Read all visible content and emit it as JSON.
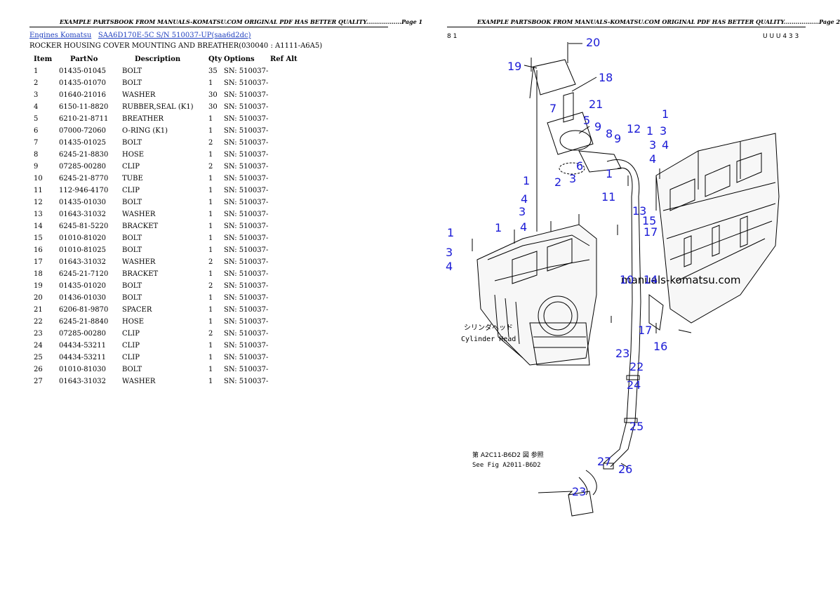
{
  "page1": {
    "header": "EXAMPLE PARTSBOOK FROM MANUALS-KOMATSU.COM ORIGINAL PDF HAS BETTER QUALITY..................Page 1",
    "breadcrumb": {
      "root": "Engines Komatsu",
      "model": "SAA6D170E-5C S/N 510037-UP(saa6d2dc)"
    },
    "subtitle": "ROCKER HOUSING COVER MOUNTING AND BREATHER(030040 : A1111-A6A5)",
    "columns": [
      "Item",
      "PartNo",
      "Description",
      "Qty",
      "Options",
      "Ref Alt"
    ],
    "rows": [
      [
        "1",
        "01435-01045",
        "BOLT",
        "35",
        "SN: 510037-",
        ""
      ],
      [
        "2",
        "01435-01070",
        "BOLT",
        "1",
        "SN: 510037-",
        ""
      ],
      [
        "3",
        "01640-21016",
        "WASHER",
        "30",
        "SN: 510037-",
        ""
      ],
      [
        "4",
        "6150-11-8820",
        "RUBBER,SEAL (K1)",
        "30",
        "SN: 510037-",
        ""
      ],
      [
        "5",
        "6210-21-8711",
        "BREATHER",
        "1",
        "SN: 510037-",
        ""
      ],
      [
        "6",
        "07000-72060",
        "O-RING (K1)",
        "1",
        "SN: 510037-",
        ""
      ],
      [
        "7",
        "01435-01025",
        "BOLT",
        "2",
        "SN: 510037-",
        ""
      ],
      [
        "8",
        "6245-21-8830",
        "HOSE",
        "1",
        "SN: 510037-",
        ""
      ],
      [
        "9",
        "07285-00280",
        "CLIP",
        "2",
        "SN: 510037-",
        ""
      ],
      [
        "10",
        "6245-21-8770",
        "TUBE",
        "1",
        "SN: 510037-",
        ""
      ],
      [
        "11",
        "112-946-4170",
        "CLIP",
        "1",
        "SN: 510037-",
        ""
      ],
      [
        "12",
        "01435-01030",
        "BOLT",
        "1",
        "SN: 510037-",
        ""
      ],
      [
        "13",
        "01643-31032",
        "WASHER",
        "1",
        "SN: 510037-",
        ""
      ],
      [
        "14",
        "6245-81-5220",
        "BRACKET",
        "1",
        "SN: 510037-",
        ""
      ],
      [
        "15",
        "01010-81020",
        "BOLT",
        "1",
        "SN: 510037-",
        ""
      ],
      [
        "16",
        "01010-81025",
        "BOLT",
        "1",
        "SN: 510037-",
        ""
      ],
      [
        "17",
        "01643-31032",
        "WASHER",
        "2",
        "SN: 510037-",
        ""
      ],
      [
        "18",
        "6245-21-7120",
        "BRACKET",
        "1",
        "SN: 510037-",
        ""
      ],
      [
        "19",
        "01435-01020",
        "BOLT",
        "2",
        "SN: 510037-",
        ""
      ],
      [
        "20",
        "01436-01030",
        "BOLT",
        "1",
        "SN: 510037-",
        ""
      ],
      [
        "21",
        "6206-81-9870",
        "SPACER",
        "1",
        "SN: 510037-",
        ""
      ],
      [
        "22",
        "6245-21-8840",
        "HOSE",
        "1",
        "SN: 510037-",
        ""
      ],
      [
        "23",
        "07285-00280",
        "CLIP",
        "2",
        "SN: 510037-",
        ""
      ],
      [
        "24",
        "04434-53211",
        "CLIP",
        "1",
        "SN: 510037-",
        ""
      ],
      [
        "25",
        "04434-53211",
        "CLIP",
        "1",
        "SN: 510037-",
        ""
      ],
      [
        "26",
        "01010-81030",
        "BOLT",
        "1",
        "SN: 510037-",
        ""
      ],
      [
        "27",
        "01643-31032",
        "WASHER",
        "1",
        "SN: 510037-",
        ""
      ]
    ]
  },
  "page2": {
    "header": "EXAMPLE PARTSBOOK FROM MANUALS-KOMATSU.COM ORIGINAL PDF HAS BETTER QUALITY..................Page 2",
    "corner_left": "8 1",
    "corner_right": "U U U 4 3 3",
    "watermark": "manuals-komatsu.com",
    "cylinder_head_jp": "シリンダヘッド",
    "cylinder_head_en": "Cylinder Head",
    "see_fig_jp": "第 A2C11-B6D2 図 参照",
    "see_fig_en": "See Fig A2011-B6D2",
    "callouts": [
      "20",
      "19",
      "18",
      "21",
      "7",
      "5",
      "9",
      "8",
      "9",
      "12",
      "1",
      "3",
      "4",
      "1",
      "3",
      "4",
      "6",
      "1",
      "2",
      "3",
      "1",
      "4",
      "11",
      "13",
      "15",
      "17",
      "3",
      "4",
      "1",
      "1",
      "3",
      "4",
      "10",
      "14",
      "17",
      "16",
      "23",
      "22",
      "24",
      "25",
      "27",
      "26",
      "23"
    ],
    "callout_color": "#1a1ad6"
  }
}
